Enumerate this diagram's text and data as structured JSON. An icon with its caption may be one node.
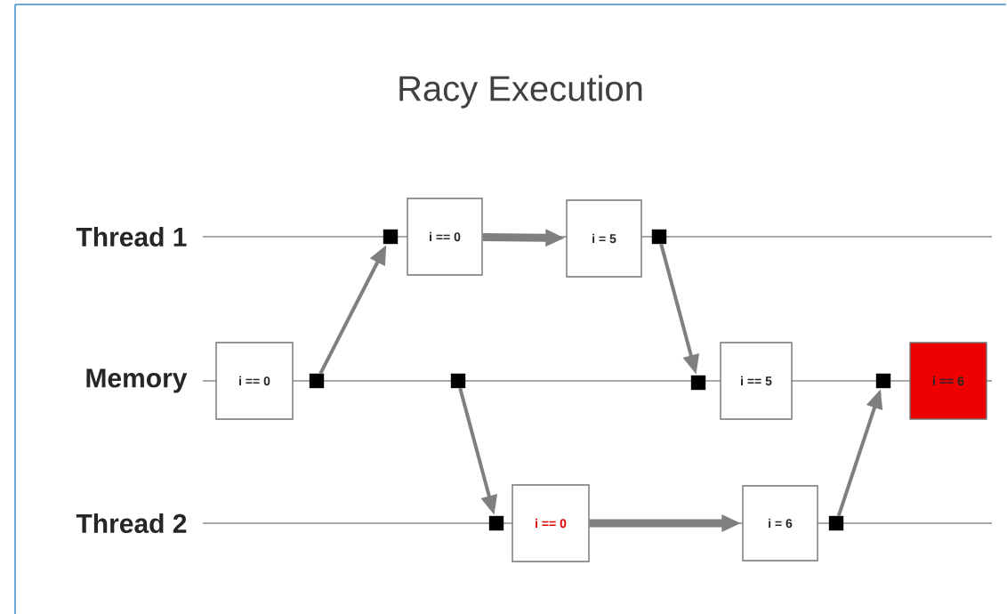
{
  "diagram": {
    "title": "Racy Execution",
    "nodes": [
      {
        "text": [],
        "shape": "box"
      },
      {
        "text": [
          "i == 0"
        ]
      },
      {
        "text": [
          "i = 5"
        ]
      },
      {
        "text": [],
        "shape": "box"
      },
      {
        "text": [
          "i == 0"
        ]
      },
      {
        "text": [],
        "shape": "box"
      },
      {
        "text": [],
        "shape": "box"
      },
      {
        "text": [],
        "shape": "box"
      },
      {
        "text": [
          "i == 5"
        ]
      },
      {
        "text": [],
        "shape": "box"
      },
      {
        "text": [
          "i == 6"
        ]
      },
      {
        "text": [],
        "shape": "box"
      },
      {
        "text": [
          "i == 0"
        ]
      },
      {
        "text": [
          "i = 6"
        ]
      },
      {
        "text": [],
        "shape": "box"
      }
    ],
    "edges": [
      {
        "from": 5,
        "to": 0,
        "arrow": "to"
      },
      {
        "from": 1,
        "to": 2,
        "arrow": "to",
        "style": "thick"
      },
      {
        "from": 3,
        "to": 7,
        "arrow": "to"
      },
      {
        "from": 6,
        "to": 11,
        "arrow": "to"
      },
      {
        "from": 12,
        "to": 13,
        "arrow": "to",
        "style": "thick"
      },
      {
        "from": 14,
        "to": 9,
        "arrow": "to"
      }
    ],
    "labels": [
      "Thread 1",
      "Memory",
      "Thread 2"
    ]
  }
}
